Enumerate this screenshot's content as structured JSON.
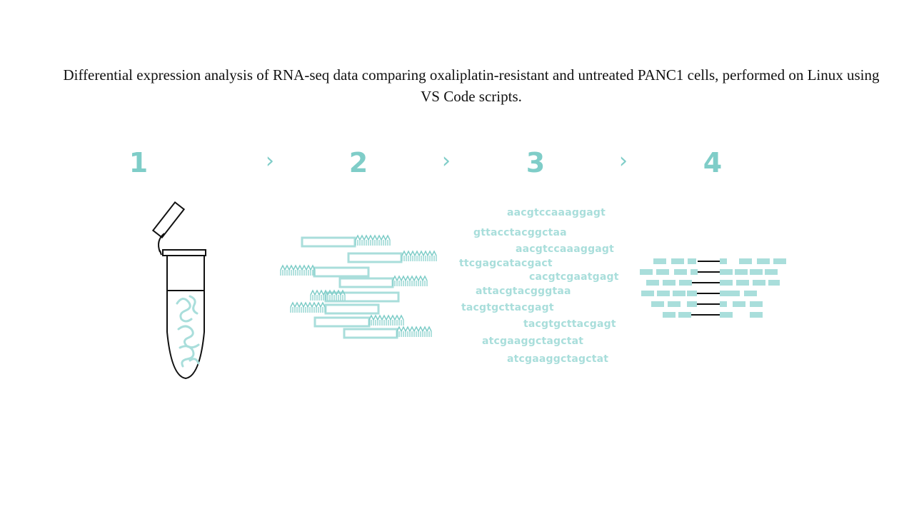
{
  "caption": "Differential expression analysis of RNA-seq data comparing oxaliplatin-resistant and untreated PANC1 cells, performed on Linux using VS Code scripts.",
  "steps": [
    "1",
    "2",
    "3",
    "4"
  ],
  "arrow": "›",
  "colors": {
    "teal": "#7fcdc8",
    "light_teal": "#a9dedb",
    "outline": "#111111"
  },
  "sequences": [
    "aacgtccaaaggagt",
    "gttacctacggctaa",
    "aacgtccaaaggagt",
    "ttcgagcatacgact",
    "cacgtcgaatgagt",
    "attacgtacgggtaa",
    "tacgtgcttacgagt",
    "tacgtgcttacgagt",
    "atcgaaggctagctat",
    "atcgaaggctagctat"
  ]
}
